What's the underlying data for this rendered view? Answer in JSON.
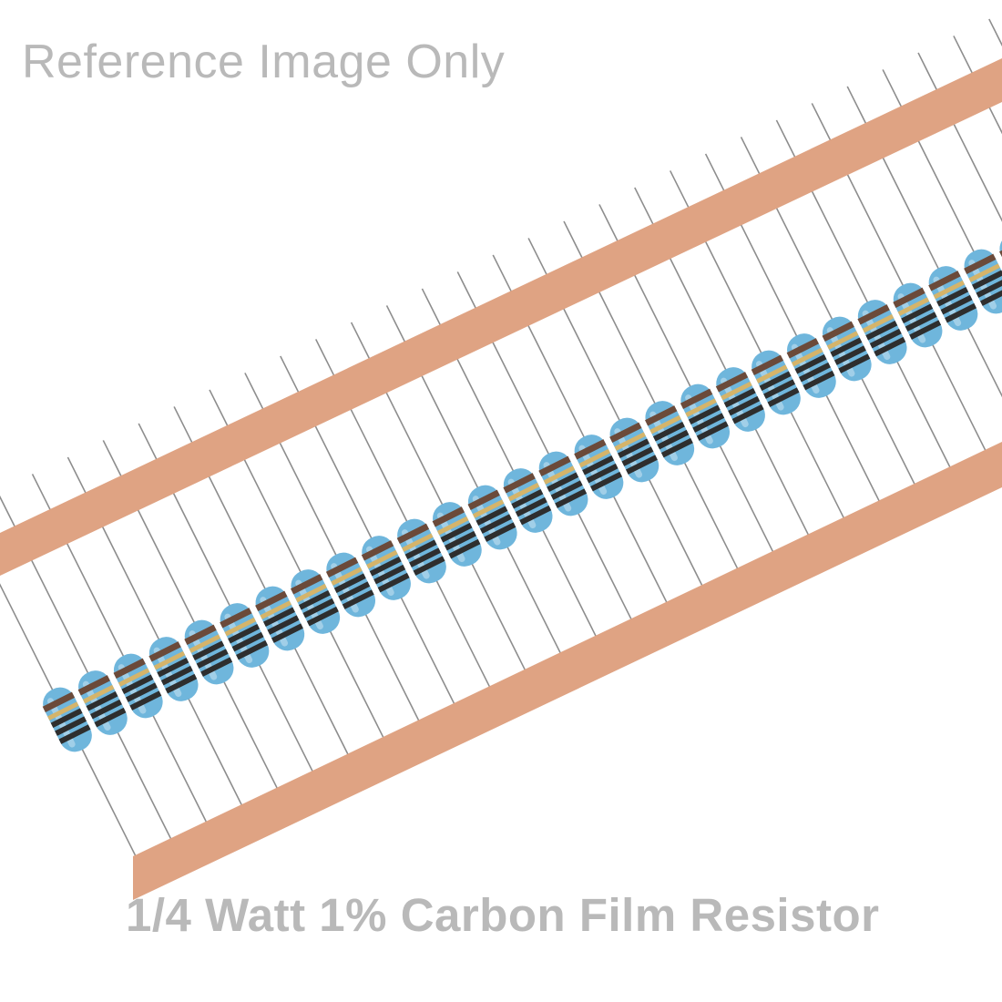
{
  "captions": {
    "top": "Reference Image Only",
    "bottom": "1/4 Watt 1% Carbon Film Resistor"
  },
  "product": {
    "resistor_count": 28,
    "colors": {
      "tape": "#dfa383",
      "body": "#6fb6dc",
      "lead": "#8d8d8d",
      "band_dark": "#2e2e2e",
      "band_brown": "#6b4a3a",
      "band_gold": "#d5b46a",
      "caption": "#b9b9b9"
    }
  }
}
